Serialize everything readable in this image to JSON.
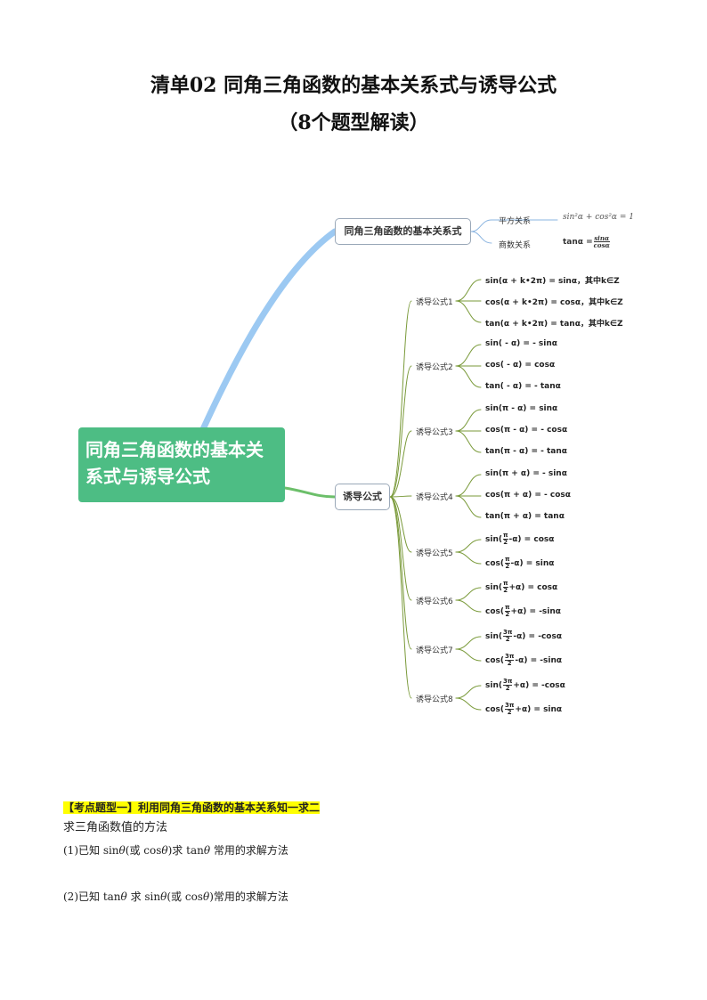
{
  "header": {
    "title_line1": "清单02  同角三角函数的基本关系式与诱导公式",
    "title_line2": "（8个题型解读）"
  },
  "mindmap": {
    "root": "同角三角函数的基本关系式与诱导公式",
    "basic": {
      "label": "同角三角函数的基本关系式",
      "square_label": "平方关系",
      "square_formula": "sin²α + cos²α = 1",
      "quotient_label": "商数关系",
      "quotient_lhs": "tanα =",
      "quotient_num": "sinα",
      "quotient_den": "cosα"
    },
    "induction": {
      "label": "诱导公式",
      "groups": [
        {
          "label": "诱导公式1",
          "formulas": [
            "sin(α + k•2π) = sinα，其中k∈Z",
            "cos(α + k•2π) = cosα，其中k∈Z",
            "tan(α + k•2π) = tanα，其中k∈Z"
          ]
        },
        {
          "label": "诱导公式2",
          "formulas": [
            "sin( - α) =  - sinα",
            "cos( - α) = cosα",
            "tan( - α) =  - tanα"
          ]
        },
        {
          "label": "诱导公式3",
          "formulas": [
            "sin(π - α) = sinα",
            "cos(π - α) =  - cosα",
            "tan(π - α) =  - tanα"
          ]
        },
        {
          "label": "诱导公式4",
          "formulas": [
            "sin(π + α) =  - sinα",
            "cos(π + α) =  - cosα",
            "tan(π + α) = tanα"
          ]
        },
        {
          "label": "诱导公式5",
          "formulas": [
            {
              "pre": "sin(",
              "num": "π",
              "den": "2",
              "post": "-α) = cosα"
            },
            {
              "pre": "cos(",
              "num": "π",
              "den": "2",
              "post": "-α) = sinα"
            }
          ]
        },
        {
          "label": "诱导公式6",
          "formulas": [
            {
              "pre": "sin(",
              "num": "π",
              "den": "2",
              "post": "+α) = cosα"
            },
            {
              "pre": "cos(",
              "num": "π",
              "den": "2",
              "post": "+α) = -sinα"
            }
          ]
        },
        {
          "label": "诱导公式7",
          "formulas": [
            {
              "pre": "sin(",
              "num": "3π",
              "den": "2",
              "post": "-α) = -cosα"
            },
            {
              "pre": "cos(",
              "num": "3π",
              "den": "2",
              "post": "-α) = -sinα"
            }
          ]
        },
        {
          "label": "诱导公式8",
          "formulas": [
            {
              "pre": "sin(",
              "num": "3π",
              "den": "2",
              "post": "+α) = -cosα"
            },
            {
              "pre": "cos(",
              "num": "3π",
              "den": "2",
              "post": "+α) = sinα"
            }
          ]
        }
      ]
    }
  },
  "section1": {
    "heading": "【考点题型一】利用同角三角函数的基本关系知一求二",
    "subheading": "求三角函数值的方法",
    "item1": {
      "pre": "(1)已知 sin",
      "theta1": "θ",
      "mid": "(或 cos",
      "theta2": "θ",
      "post1": ")求 tan",
      "theta3": "θ",
      "post2": " 常用的求解方法"
    },
    "item2": {
      "pre": "(2)已知 tan",
      "theta1": "θ",
      "mid": " 求 sin",
      "theta2": "θ",
      "post1": "(或 cos",
      "theta3": "θ",
      "post2": ")常用的求解方法"
    }
  }
}
